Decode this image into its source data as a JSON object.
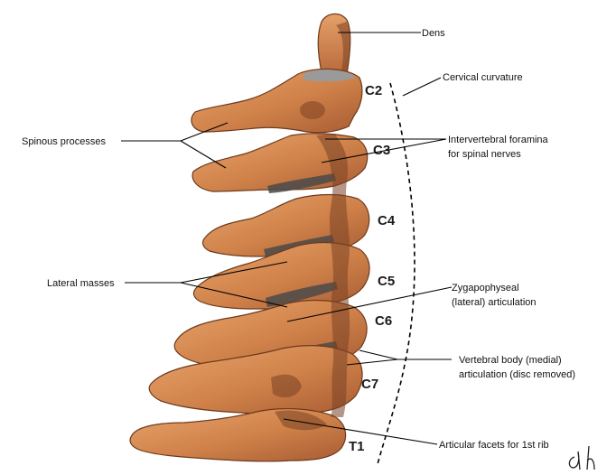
{
  "labels": {
    "dens": "Dens",
    "cervical_curvature": "Cervical curvature",
    "spinous_processes": "Spinous processes",
    "intervertebral_foramina_1": "Intervertebral foramina",
    "intervertebral_foramina_2": "for spinal nerves",
    "lateral_masses": "Lateral masses",
    "zygapophyseal_1": "Zygapophyseal",
    "zygapophyseal_2": "(lateral) articulation",
    "vertebral_body_1": "Vertebral body (medial)",
    "vertebral_body_2": "articulation (disc removed)",
    "articular_facets": "Articular facets for 1st rib"
  },
  "levels": [
    "C2",
    "C3",
    "C4",
    "C5",
    "C6",
    "C7",
    "T1"
  ],
  "signature": "d h",
  "colors": {
    "bone_light": "#d9915a",
    "bone_mid": "#c97a45",
    "bone_dark": "#9a5430",
    "background": "#ffffff"
  }
}
